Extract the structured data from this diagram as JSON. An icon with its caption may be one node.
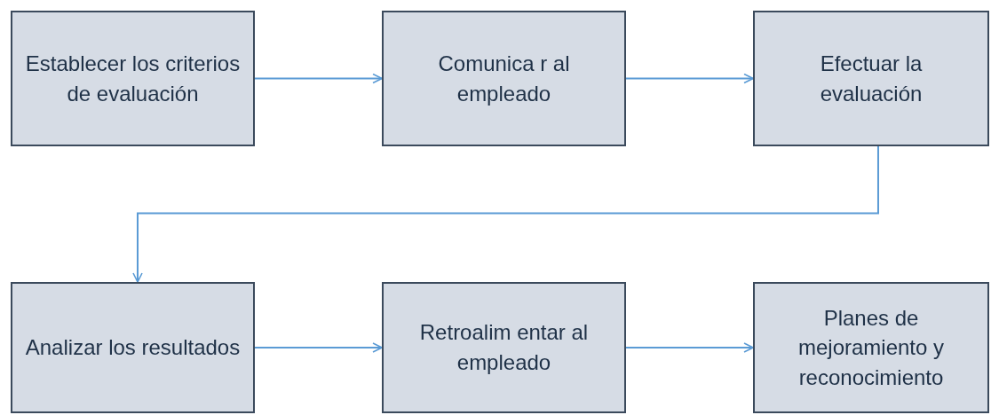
{
  "diagram": {
    "nodes": [
      {
        "text": [
          "Establecer los criterios de evaluación"
        ]
      },
      {
        "text": [
          "Comunica r al empleado"
        ]
      },
      {
        "text": [
          "Efectuar la evaluación"
        ]
      },
      {
        "text": [
          "Analizar los resultados"
        ]
      },
      {
        "text": [
          "Retroalim entar al empleado"
        ]
      },
      {
        "text": [
          "Planes de mejoramiento y reconocimiento"
        ]
      }
    ],
    "edges": [
      {
        "from": 0,
        "to": 1,
        "arrow": "to"
      },
      {
        "from": 1,
        "to": 2,
        "arrow": "to"
      },
      {
        "from": 2,
        "to": 3,
        "arrow": "to"
      },
      {
        "from": 3,
        "to": 4,
        "arrow": "to"
      },
      {
        "from": 4,
        "to": 5,
        "arrow": "to"
      }
    ]
  }
}
